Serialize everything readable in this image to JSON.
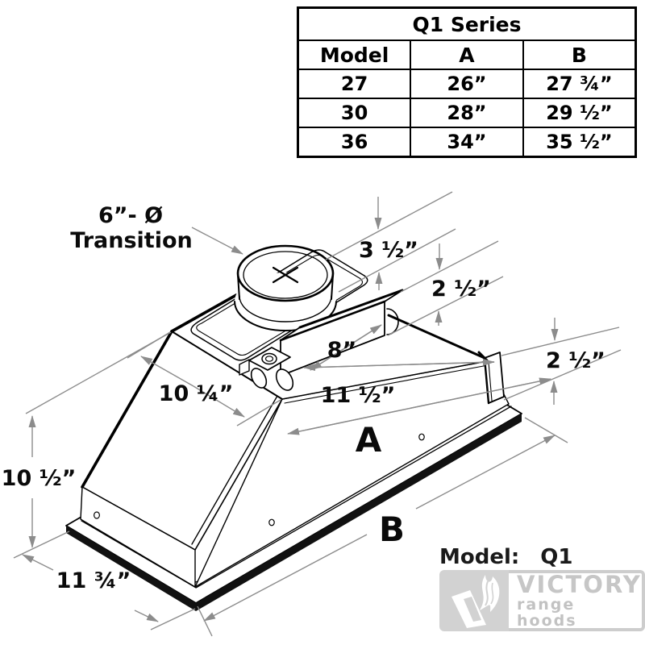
{
  "table": {
    "title": "Q1 Series",
    "headers": [
      "Model",
      "A",
      "B"
    ],
    "rows": [
      [
        "27",
        "26”",
        "27 ¾”"
      ],
      [
        "30",
        "28”",
        "29 ½”"
      ],
      [
        "36",
        "34”",
        "35 ½”"
      ]
    ]
  },
  "diagram": {
    "transition_label_line1": "6”- Ø",
    "transition_label_line2": "Transition",
    "dims": {
      "collar_height": "3 ½”",
      "box_height": "2 ½”",
      "right_height": "2 ½”",
      "box_length": "8”",
      "opening_width": "11 ½”",
      "slope_length": "10 ¼”",
      "overall_height": "10 ½”",
      "overall_depth": "11 ¾”",
      "dim_a": "A",
      "dim_b": "B"
    },
    "model": {
      "label": "Model:",
      "value": "Q1"
    }
  },
  "logo": {
    "brand": "VICTORY",
    "tagline": "range hoods"
  },
  "colors": {
    "line": "#000000",
    "dimension": "#8c8c8c",
    "logo_gray": "#c6c6c6"
  }
}
